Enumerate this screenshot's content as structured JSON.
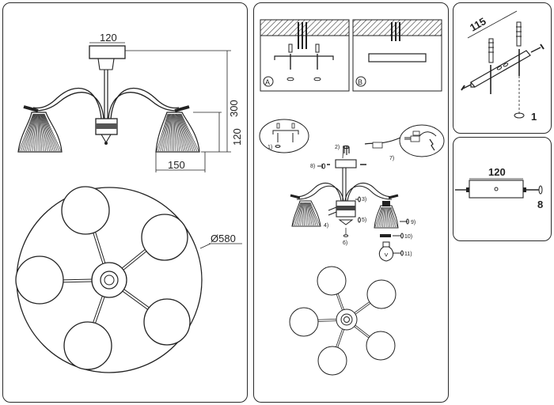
{
  "left_panel": {
    "dims": {
      "top_width": "120",
      "height": "300",
      "shade_height": "120",
      "shade_width": "150",
      "diameter": "Ø580"
    }
  },
  "middle_panel": {
    "variant_a": "A",
    "variant_b": "B",
    "callouts": [
      "1)",
      "2)",
      "3)",
      "4)",
      "5)",
      "6)",
      "7)",
      "8)",
      "9)",
      "10)",
      "11)"
    ]
  },
  "right_top_panel": {
    "dim": "115",
    "ratio": "1"
  },
  "right_bottom_panel": {
    "dim": "120",
    "screw_size": "8"
  }
}
